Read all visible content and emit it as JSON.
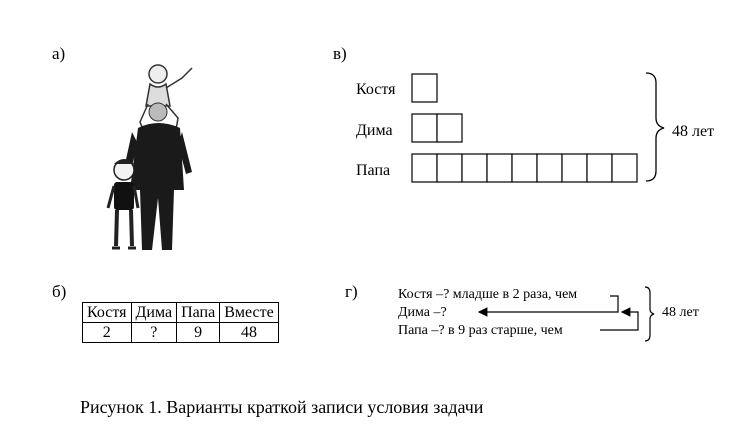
{
  "labels": {
    "a": "а)",
    "b": "б)",
    "v": "в)",
    "g": "г)"
  },
  "diagram_v": {
    "rows": [
      {
        "name": "Костя",
        "units": 1
      },
      {
        "name": "Дима",
        "units": 2
      },
      {
        "name": "Папа",
        "units": 9
      }
    ],
    "total": "48 лет"
  },
  "table_b": {
    "headers": [
      "Костя",
      "Дима",
      "Папа",
      "Вместе"
    ],
    "values": [
      "2",
      "?",
      "9",
      "48"
    ]
  },
  "scheme_g": {
    "lines": [
      "Костя –? младше в 2 раза, чем",
      "Дима –?",
      "Папа –? в 9 раз старше, чем"
    ],
    "total": "48 лет"
  },
  "caption": "Рисунок 1. Варианты краткой записи условия задачи"
}
